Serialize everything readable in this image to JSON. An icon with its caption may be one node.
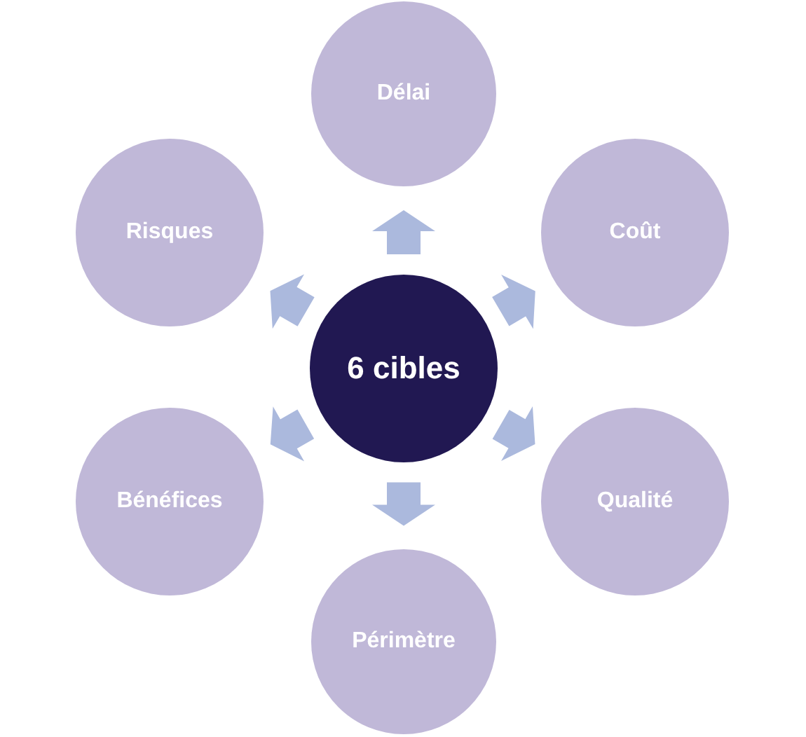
{
  "diagram": {
    "nodes": [
      {
        "text": [
          "6 cibles"
        ]
      },
      {
        "text": [
          "Délai"
        ]
      },
      {
        "text": [
          "Coût"
        ]
      },
      {
        "text": [
          "Qualité"
        ]
      },
      {
        "text": [
          "Périmètre"
        ]
      },
      {
        "text": [
          "Bénéfices"
        ]
      },
      {
        "text": [
          "Risques"
        ]
      }
    ],
    "edges": [
      {
        "from": 0,
        "to": 1,
        "arrow": "to"
      },
      {
        "from": 0,
        "to": 2,
        "arrow": "to"
      },
      {
        "from": 0,
        "to": 3,
        "arrow": "to"
      },
      {
        "from": 0,
        "to": 4,
        "arrow": "to"
      },
      {
        "from": 0,
        "to": 5,
        "arrow": "to"
      },
      {
        "from": 0,
        "to": 6,
        "arrow": "to"
      }
    ]
  }
}
